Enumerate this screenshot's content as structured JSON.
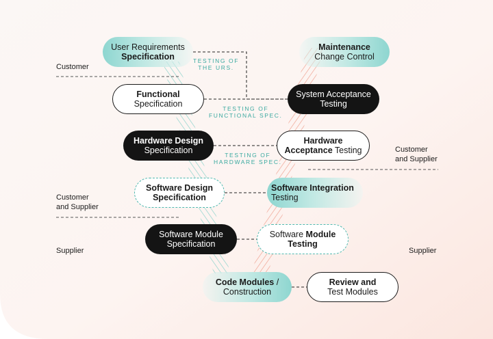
{
  "left_nodes": {
    "urs": {
      "line1": "User Requirements",
      "line2": "Specification"
    },
    "functional": {
      "line1": "Functional",
      "line2": "Specification"
    },
    "hardware_design": {
      "line1": "Hardware Design",
      "line2": "Specification"
    },
    "software_design": {
      "line1": "Software Design",
      "line2": "Specification"
    },
    "software_module": {
      "line1": "Software Module",
      "line2": "Specification"
    },
    "code_modules": {
      "line1a": "Code Modules",
      "line1b": " /",
      "line2": "Construction"
    }
  },
  "right_nodes": {
    "maintenance": {
      "line1": "Maintenance",
      "line2": "Change Control"
    },
    "system_acceptance": {
      "line1": "System Acceptance",
      "line2": "Testing"
    },
    "hardware_acceptance": {
      "line1": "Hardware",
      "line2a": "Acceptance",
      "line2b": " Testing"
    },
    "software_integration": {
      "line1": "Software Integration",
      "line2": "Testing"
    },
    "software_module_testing": {
      "line1a": "Software ",
      "line1b": "Module",
      "line2": "Testing"
    },
    "review": {
      "line1": "Review and",
      "line2": "Test Modules"
    }
  },
  "testing_labels": {
    "urs": {
      "line1": "TESTING OF",
      "line2": "THE URS."
    },
    "functional": {
      "line1": "TESTING OF",
      "line2": "FUNCTIONAL SPEC."
    },
    "hardware": {
      "line1": "TESTING OF",
      "line2": "HARDWARE SPEC."
    }
  },
  "side_labels": {
    "customer": "Customer",
    "customer_supplier_left": {
      "line1": "Customer",
      "line2": "and Supplier"
    },
    "customer_supplier_right": {
      "line1": "Customer",
      "line2": "and Supplier"
    },
    "supplier_left": "Supplier",
    "supplier_right": "Supplier"
  },
  "colors": {
    "teal": "#8ed6d0",
    "teal_text": "#3aa9a0",
    "salmon": "#f0a090",
    "black": "#141414"
  }
}
